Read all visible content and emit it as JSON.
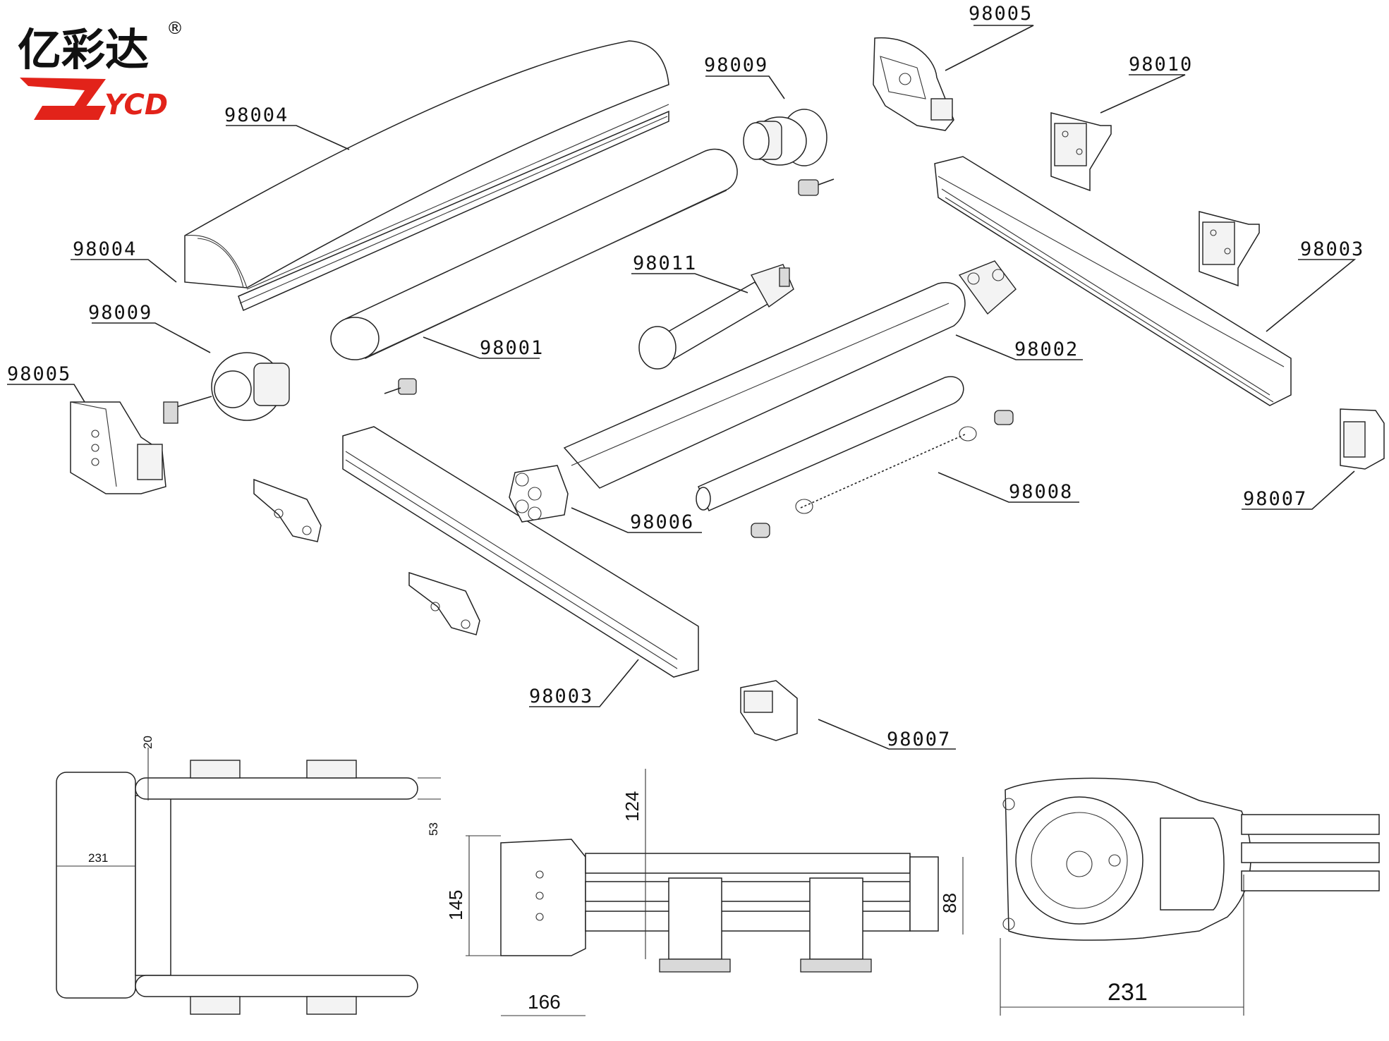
{
  "brand": {
    "name_cn": "亿彩达",
    "reg_mark": "®",
    "logo_text": "YCD",
    "logo_color": "#e2231a"
  },
  "part_labels": {
    "top_housing": "98004",
    "housing_left": "98004",
    "end_cap_left": "98009",
    "end_cap_right": "98009",
    "bracket_side_left": "98005",
    "bracket_side_right": "98005",
    "wall_bracket": "98010",
    "roller_tube": "98001",
    "motor": "98011",
    "front_bar": "98002",
    "arm_joint": "98006",
    "spring": "98008",
    "arm_right": "98003",
    "arm_front": "98003",
    "end_plug_right": "98007",
    "end_plug_front": "98007"
  },
  "dimensions": {
    "top_view_width": "231",
    "top_view_gap": "20",
    "top_view_height": "53",
    "side_height_total": "124",
    "side_height_body": "145",
    "side_width": "166",
    "side_right_height": "88",
    "detail_width": "231"
  }
}
